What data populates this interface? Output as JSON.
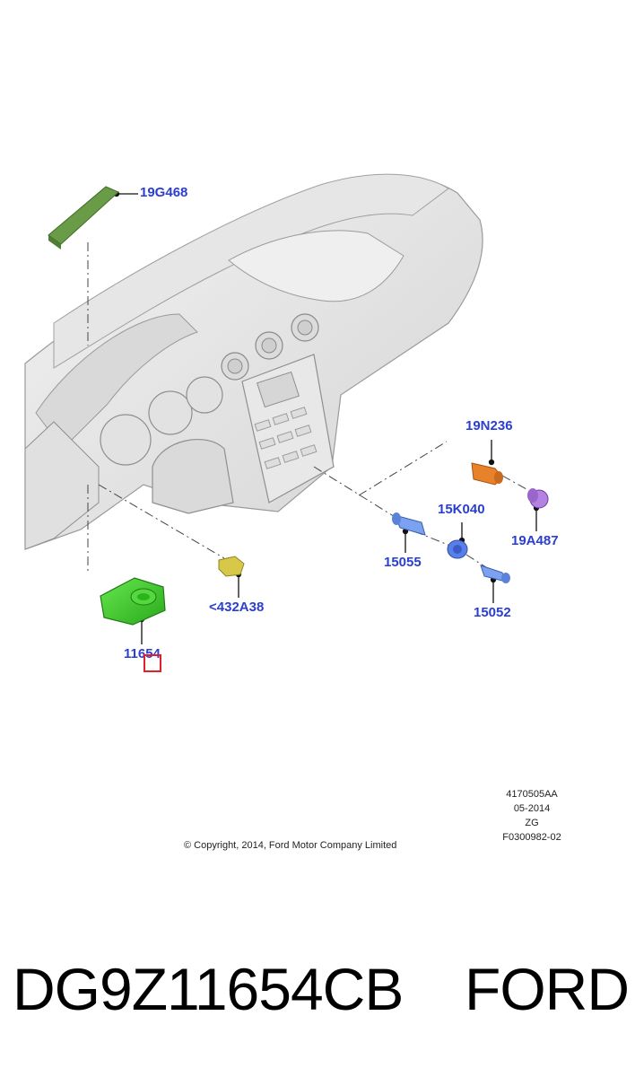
{
  "callouts": {
    "c19G468": "19G468",
    "c19N236": "19N236",
    "c15K040": "15K040",
    "c19A487": "19A487",
    "c15055": "15055",
    "c15052": "15052",
    "c432A38": "<432A38",
    "c11654": "11654"
  },
  "diagram_info": {
    "line1": "4170505AA",
    "line2": "05-2014",
    "line3": "ZG",
    "line4": "F0300982-02"
  },
  "copyright": "© Copyright, 2014, Ford Motor Company Limited",
  "footer": {
    "part_number": "DG9Z11654CB",
    "brand": "FORD"
  },
  "colors": {
    "callout": "#2a3fd0",
    "highlight": "#e0202a",
    "part_green_dark": "#6a9c48",
    "part_green_bright": "#3ed32a",
    "part_yellow": "#d8c84a",
    "part_orange": "#e8822a",
    "part_purple": "#b482e0",
    "part_blue": "#7aa2f0"
  }
}
